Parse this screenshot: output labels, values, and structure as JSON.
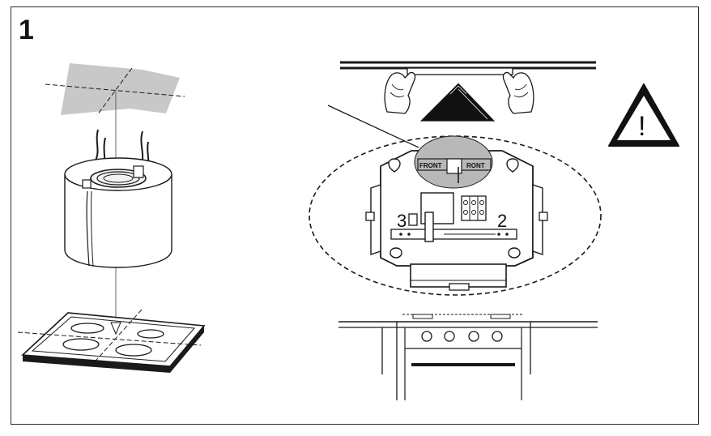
{
  "step_number": "1",
  "labels": {
    "front_left": "FRONT",
    "front_right": "RONT",
    "marker_left": "3",
    "marker_right": "2"
  },
  "warning_symbol": "!",
  "icons": [
    "warning-icon",
    "up-arrow-icon"
  ],
  "colors": {
    "line": "#1a1a1a",
    "ceiling_fill": "#c8c8c8",
    "highlight_fill": "#b8b8b8",
    "arrow_fill": "#111111"
  }
}
